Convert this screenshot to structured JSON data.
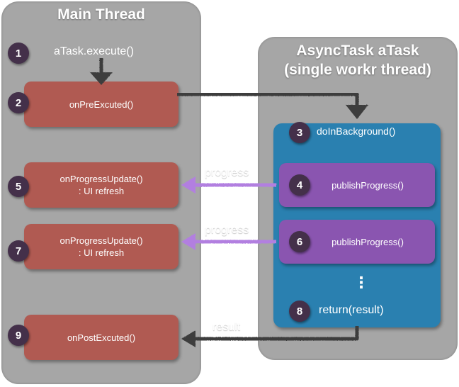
{
  "main_thread": {
    "title": "Main Thread",
    "execute_call": "aTask.execute()",
    "steps": [
      {
        "num": "1"
      },
      {
        "num": "2",
        "lines": [
          "onPreExcuted()"
        ]
      },
      {
        "num": "5",
        "lines": [
          "onProgressUpdate()",
          ": UI refresh"
        ]
      },
      {
        "num": "7",
        "lines": [
          "onProgressUpdate()",
          ": UI refresh"
        ]
      },
      {
        "num": "9",
        "lines": [
          "onPostExcuted()"
        ]
      }
    ]
  },
  "async_task": {
    "title_line1": "AsyncTask aTask",
    "title_line2": "(single workr thread)",
    "background": {
      "num": "3",
      "label": "doInBackground()"
    },
    "publish": [
      {
        "num": "4",
        "label": "publishProgress()"
      },
      {
        "num": "6",
        "label": "publishProgress()"
      }
    ],
    "ellipsis": "⋮",
    "return_step": {
      "num": "8",
      "label": "return(result)"
    }
  },
  "flows": {
    "progress_1": "progress",
    "progress_2": "progress",
    "result": "result"
  },
  "colors": {
    "panel": "#a6a6a6",
    "main_box": "#b05a52",
    "background_box": "#2a80b0",
    "publish_box": "#8a55b0",
    "step_badge": "#44304a",
    "dark_arrow": "#3d3d3d",
    "progress_arrow": "#b27fe0"
  }
}
